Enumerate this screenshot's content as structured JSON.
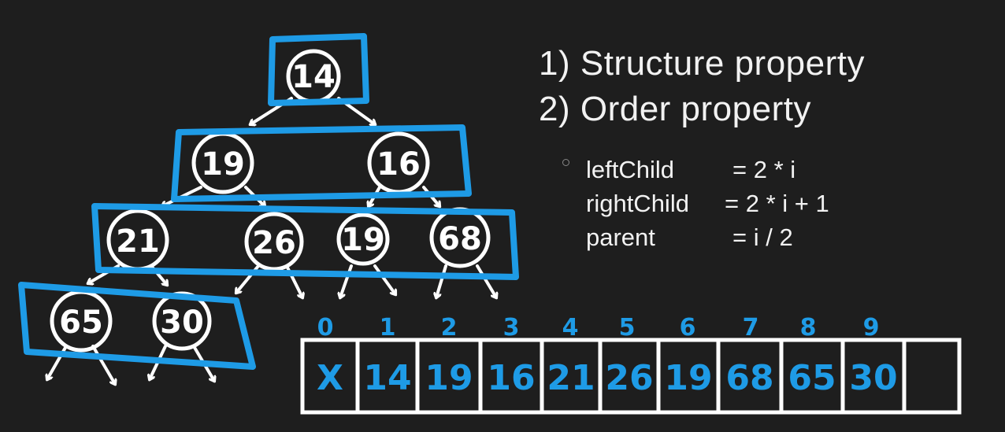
{
  "properties": [
    "1) Structure property",
    "2) Order property"
  ],
  "formulas": [
    {
      "name": "leftChild",
      "expr": "= 2 * i"
    },
    {
      "name": "rightChild",
      "expr": "= 2 * i + 1"
    },
    {
      "name": "parent",
      "expr": "= i / 2"
    }
  ],
  "tree": {
    "levels": [
      [
        "14"
      ],
      [
        "19",
        "16"
      ],
      [
        "21",
        "26",
        "19",
        "68"
      ],
      [
        "65",
        "30"
      ]
    ]
  },
  "array": {
    "indices": [
      "0",
      "1",
      "2",
      "3",
      "4",
      "5",
      "6",
      "7",
      "8",
      "9"
    ],
    "cells": [
      "X",
      "14",
      "19",
      "16",
      "21",
      "26",
      "19",
      "68",
      "65",
      "30",
      ""
    ]
  },
  "colors": {
    "background": "#1e1e1e",
    "ink": "#ffffff",
    "highlight": "#1e9be6"
  }
}
